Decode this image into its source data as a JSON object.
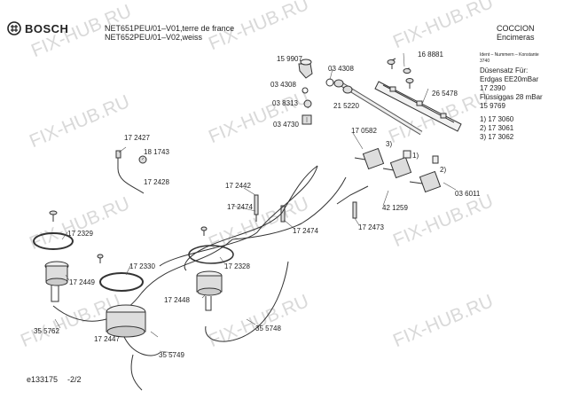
{
  "header": {
    "brand": "BOSCH",
    "model_line_1": "NET651PEU/01–V01,terre de france",
    "model_line_2": "NET652PEU/01–V02,weiss",
    "category": "COCCION",
    "subcategory": "Encimeras"
  },
  "watermark": "FIX-HUB.RU",
  "side_panel": {
    "ident_header": "Ident – Nummern – Konstante",
    "ident_code": "3740",
    "lines": [
      "Düsensatz Für:",
      "Erdgas EE20mBar",
      "17 2390",
      "Flüssiggas 28 mBar",
      "15 9769"
    ],
    "footnotes": [
      "1)  17 3060",
      "2)  17 3061",
      "3)  17 3062"
    ]
  },
  "part_labels": {
    "p159907": "15 9907",
    "p168881": "16 8881",
    "p034308a": "03 4308",
    "p034308b": "03 4308",
    "p265478": "26 5478",
    "p038313": "03 8313",
    "p215220": "21 5220",
    "p034730": "03 4730",
    "p170582": "17 0582",
    "p172427": "17 2427",
    "p181743": "18 1743",
    "p172428": "17 2428",
    "p172442": "17 2442",
    "p172474a": "17 2474",
    "p172474b": "17 2474",
    "p421259": "42 1259",
    "p036011": "03 6011",
    "p172473": "17 2473",
    "p172329": "17 2329",
    "p172330": "17 2330",
    "p172328": "17 2328",
    "p172449": "17 2449",
    "p172448": "17 2448",
    "p355762": "35 5762",
    "p172447": "17 2447",
    "p355748": "35 5748",
    "p355749": "35 5749",
    "m1": "1)",
    "m2": "2)",
    "m3": "3)"
  },
  "footer": {
    "doc_id": "e133175",
    "page": "-2/2"
  }
}
